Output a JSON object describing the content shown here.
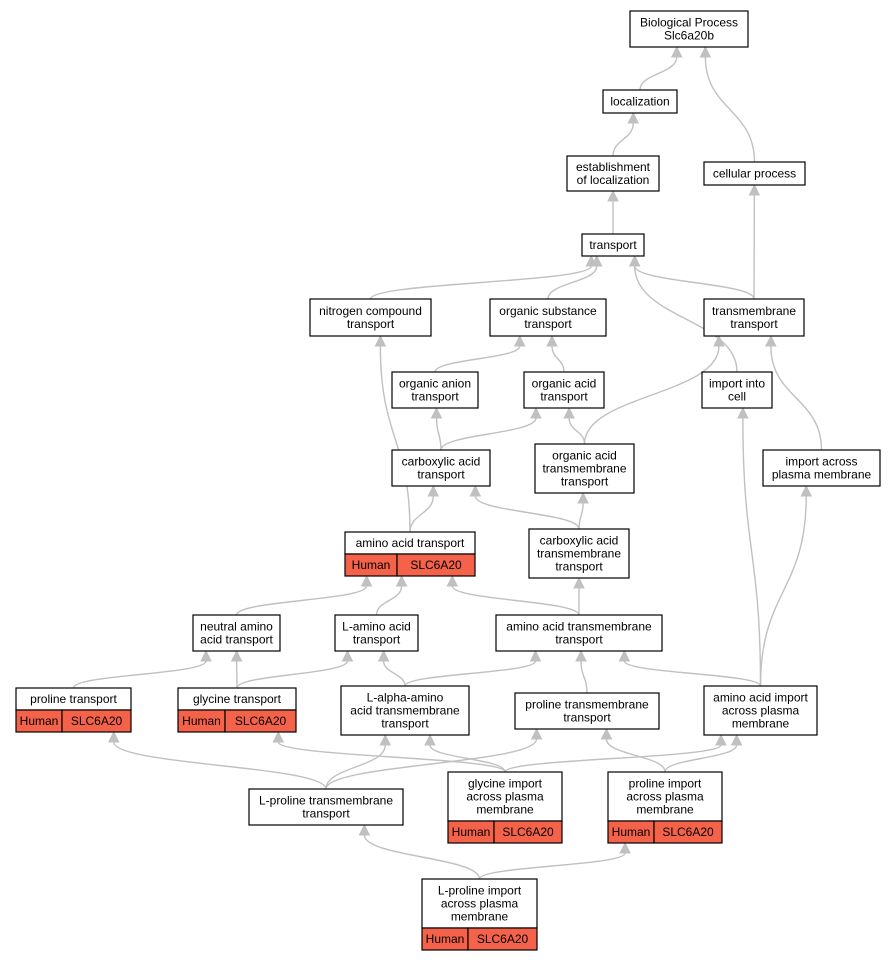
{
  "graph_title": [
    "Biological Process",
    "Slc6a20b"
  ],
  "colors": {
    "annotation_fill": "#f4624a",
    "edge": "#c0c0c0",
    "border": "#000000",
    "node_fill": "#ffffff"
  },
  "nodes": {
    "bp": {
      "lines": [
        "Biological Process",
        "Slc6a20b"
      ]
    },
    "localization": {
      "lines": [
        "localization"
      ]
    },
    "estab": {
      "lines": [
        "establishment",
        "of localization"
      ]
    },
    "cellular": {
      "lines": [
        "cellular process"
      ]
    },
    "transport": {
      "lines": [
        "transport"
      ]
    },
    "nitrogen": {
      "lines": [
        "nitrogen compound",
        "transport"
      ]
    },
    "orgsub": {
      "lines": [
        "organic substance",
        "transport"
      ]
    },
    "tmtransport": {
      "lines": [
        "transmembrane",
        "transport"
      ]
    },
    "organion": {
      "lines": [
        "organic anion",
        "transport"
      ]
    },
    "orgacid": {
      "lines": [
        "organic acid",
        "transport"
      ]
    },
    "importcell": {
      "lines": [
        "import into",
        "cell"
      ]
    },
    "carboxylic": {
      "lines": [
        "carboxylic acid",
        "transport"
      ]
    },
    "orgacidtm": {
      "lines": [
        "organic acid",
        "transmembrane",
        "transport"
      ]
    },
    "importpm": {
      "lines": [
        "import across",
        "plasma membrane"
      ]
    },
    "aatransport": {
      "lines": [
        "amino acid transport"
      ],
      "annotation": [
        "Human",
        "SLC6A20"
      ]
    },
    "carbtm": {
      "lines": [
        "carboxylic acid",
        "transmembrane",
        "transport"
      ]
    },
    "neutral": {
      "lines": [
        "neutral amino",
        "acid transport"
      ]
    },
    "laa": {
      "lines": [
        "L-amino acid",
        "transport"
      ]
    },
    "aatm": {
      "lines": [
        "amino acid transmembrane",
        "transport"
      ]
    },
    "proline": {
      "lines": [
        "proline transport"
      ],
      "annotation": [
        "Human",
        "SLC6A20"
      ]
    },
    "glycine": {
      "lines": [
        "glycine transport"
      ],
      "annotation": [
        "Human",
        "SLC6A20"
      ]
    },
    "lalpha": {
      "lines": [
        "L-alpha-amino",
        "acid transmembrane",
        "transport"
      ]
    },
    "protm": {
      "lines": [
        "proline transmembrane",
        "transport"
      ]
    },
    "aaimport": {
      "lines": [
        "amino acid import",
        "across plasma",
        "membrane"
      ]
    },
    "lprotm": {
      "lines": [
        "L-proline transmembrane",
        "transport"
      ]
    },
    "glyimport": {
      "lines": [
        "glycine import",
        "across plasma",
        "membrane"
      ],
      "annotation": [
        "Human",
        "SLC6A20"
      ]
    },
    "proimport": {
      "lines": [
        "proline import",
        "across plasma",
        "membrane"
      ],
      "annotation": [
        "Human",
        "SLC6A20"
      ]
    },
    "lproimport": {
      "lines": [
        "L-proline import",
        "across plasma",
        "membrane"
      ],
      "annotation": [
        "Human",
        "SLC6A20"
      ]
    }
  },
  "edges": [
    [
      "localization",
      "bp"
    ],
    [
      "cellular",
      "bp"
    ],
    [
      "estab",
      "localization"
    ],
    [
      "transport",
      "estab"
    ],
    [
      "tmtransport",
      "cellular"
    ],
    [
      "nitrogen",
      "transport"
    ],
    [
      "orgsub",
      "transport"
    ],
    [
      "tmtransport",
      "transport"
    ],
    [
      "importcell",
      "transport"
    ],
    [
      "organion",
      "orgsub"
    ],
    [
      "orgacid",
      "orgsub"
    ],
    [
      "carboxylic",
      "organion"
    ],
    [
      "carboxylic",
      "orgacid"
    ],
    [
      "orgacidtm",
      "orgacid"
    ],
    [
      "orgacidtm",
      "tmtransport"
    ],
    [
      "importpm",
      "tmtransport"
    ],
    [
      "aatransport",
      "nitrogen"
    ],
    [
      "aatransport",
      "carboxylic"
    ],
    [
      "carbtm",
      "carboxylic"
    ],
    [
      "carbtm",
      "orgacidtm"
    ],
    [
      "neutral",
      "aatransport"
    ],
    [
      "laa",
      "aatransport"
    ],
    [
      "aatm",
      "aatransport"
    ],
    [
      "aatm",
      "carbtm"
    ],
    [
      "proline",
      "neutral"
    ],
    [
      "glycine",
      "neutral"
    ],
    [
      "glycine",
      "laa"
    ],
    [
      "lalpha",
      "laa"
    ],
    [
      "lalpha",
      "aatm"
    ],
    [
      "protm",
      "aatm"
    ],
    [
      "aaimport",
      "aatm"
    ],
    [
      "aaimport",
      "importcell"
    ],
    [
      "aaimport",
      "importpm"
    ],
    [
      "lprotm",
      "proline"
    ],
    [
      "lprotm",
      "lalpha"
    ],
    [
      "lprotm",
      "protm"
    ],
    [
      "glyimport",
      "glycine"
    ],
    [
      "glyimport",
      "lalpha"
    ],
    [
      "glyimport",
      "aaimport"
    ],
    [
      "proimport",
      "protm"
    ],
    [
      "proimport",
      "aaimport"
    ],
    [
      "lproimport",
      "lprotm"
    ],
    [
      "lproimport",
      "proimport"
    ]
  ]
}
